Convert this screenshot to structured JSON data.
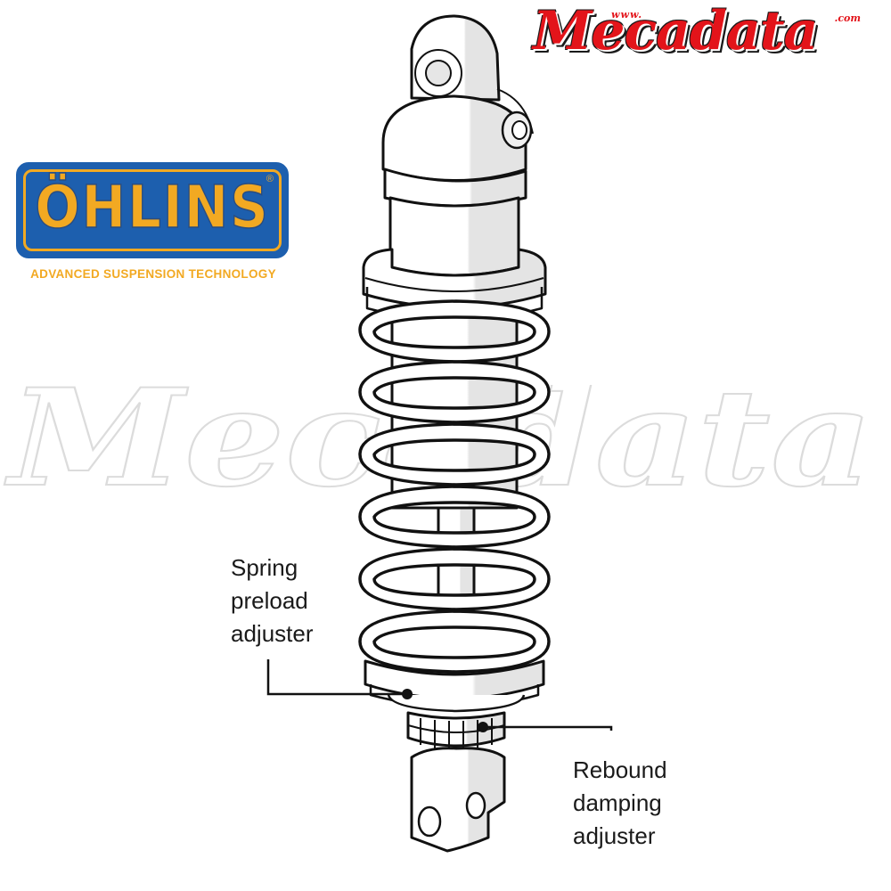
{
  "branding": {
    "mecadata": {
      "prefix": "www.",
      "name": "Mecadata",
      "suffix": ".com",
      "color": "#e3141a"
    },
    "ohlins": {
      "name": "ÖHLINS",
      "registered_mark": "®",
      "tagline": "ADVANCED SUSPENSION TECHNOLOGY",
      "badge_color": "#1d5fae",
      "text_color": "#f2a922"
    },
    "watermark": "Mecadata"
  },
  "diagram": {
    "subject": "rear-shock-absorber",
    "callouts": [
      {
        "id": "spring-preload",
        "lines": [
          "Spring",
          "preload",
          "adjuster"
        ]
      },
      {
        "id": "rebound-damping",
        "lines": [
          "Rebound",
          "damping",
          "adjuster"
        ]
      }
    ]
  }
}
